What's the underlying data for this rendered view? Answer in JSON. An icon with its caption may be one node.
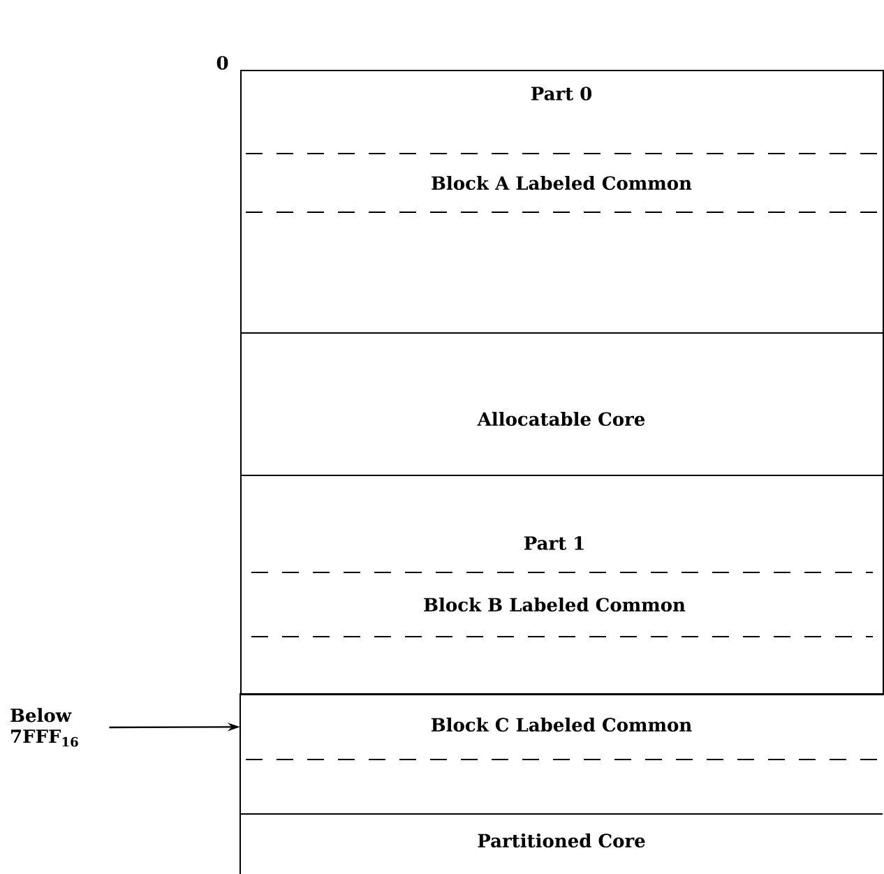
{
  "diagram": {
    "nodes": [
      {
        "text": [
          "Part 0"
        ]
      },
      {
        "text": [
          "Block A Labeled Common"
        ],
        "in": 0
      },
      {
        "text": [
          "Allocatable Core"
        ]
      },
      {
        "text": [
          "Part 1"
        ]
      },
      {
        "text": [
          "Block B Labeled Common"
        ],
        "in": 3
      },
      {
        "text": [
          "Block C Labeled Common"
        ]
      },
      {
        "text": [
          "Partitioned Core"
        ]
      },
      {
        "text": [
          "Below 7FFF$_{16}$"
        ]
      }
    ],
    "edges": [
      {
        "from": 7,
        "to": 5,
        "arrow": "to"
      }
    ],
    "labels": [
      "0"
    ]
  }
}
